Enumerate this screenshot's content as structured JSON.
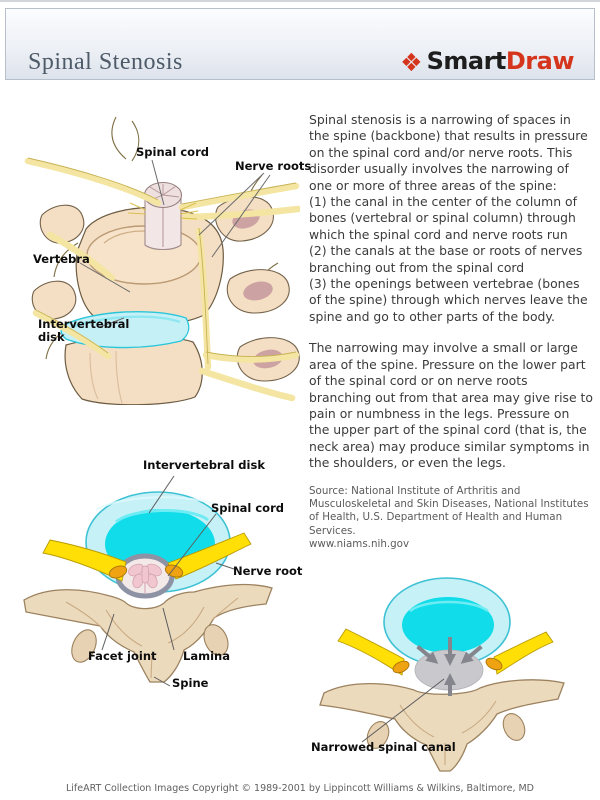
{
  "header": {
    "title": "Spinal Stenosis",
    "logo_icon": "❖",
    "logo_smart": "Smart",
    "logo_draw": "Draw"
  },
  "article": {
    "paragraphs": [
      "Spinal stenosis is a narrowing of spaces in the spine (backbone) that results in pressure on the spinal cord and/or nerve roots. This disorder usually involves the narrowing of one or more of three areas of the spine:",
      "(1) the canal in the center of the column of bones (vertebral or spinal column) through which the spinal cord and nerve roots run",
      "(2) the canals at the base or roots of nerves branching out from the spinal cord",
      "(3) the openings between vertebrae (bones of the spine) through which nerves leave the spine and go to other parts of the body.",
      "The narrowing may involve a small or large area of the spine. Pressure on the lower part of the spinal cord or on nerve roots branching out from that area may give rise to pain or numbness in the legs. Pressure on the upper part of the spinal cord (that is, the neck area) may produce similar symptoms in the shoulders, or even the legs."
    ],
    "source": "Source: National Institute of Arthritis and Musculoskeletal and Skin Diseases, National Institutes of Health, U.S. Department of Health and Human Services.",
    "source_url": "www.niams.nih.gov"
  },
  "figures": {
    "lateral": {
      "labels": {
        "spinal_cord": "Spinal cord",
        "nerve_roots": "Nerve roots",
        "vertebra": "Vertebra",
        "disk": "Intervertebral disk"
      }
    },
    "axial": {
      "labels": {
        "disk": "Intervertebral disk",
        "spinal_cord": "Spinal cord",
        "nerve_root": "Nerve root",
        "facet_joint": "Facet joint",
        "lamina": "Lamina",
        "spine": "Spine"
      }
    },
    "narrowed": {
      "labels": {
        "canal": "Narrowed spinal canal"
      }
    }
  },
  "footer": {
    "copyright": "LifeART Collection Images Copyright © 1989-2001 by Lippincott Williams & Wilkins, Baltimore, MD"
  },
  "colors": {
    "brand_red": "#d6351d",
    "header_title_gray": "#4e5a68",
    "body_text": "#3b3b3b",
    "disk_cyan": "#10dde9",
    "disk_halo": "#c6f1f7",
    "nerve_yellow": "#ffdf05",
    "nerve_root_orange": "#f0a312",
    "bone_tan": "#ecdabd",
    "cord_pink": "#f1c6cf",
    "narrowed_canal_gray": "#c9c9cd"
  }
}
